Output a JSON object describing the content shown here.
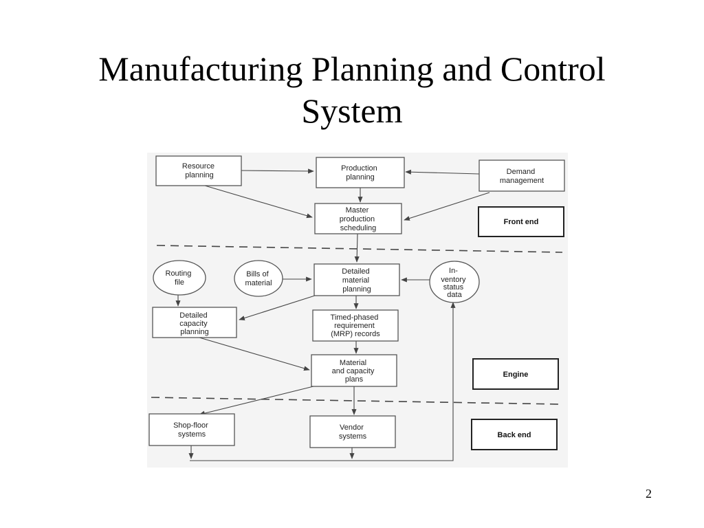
{
  "slide": {
    "title_line1": "Manufacturing Planning and Control",
    "title_line2": "System",
    "page_number": "2"
  },
  "diagram": {
    "nodes": {
      "resource_planning": [
        "Resource",
        "planning"
      ],
      "production_planning": [
        "Production",
        "planning"
      ],
      "demand_management": [
        "Demand",
        "management"
      ],
      "master_production_scheduling": [
        "Master",
        "production",
        "scheduling"
      ],
      "routing_file": [
        "Routing",
        "file"
      ],
      "bills_of_material": [
        "Bills of",
        "material"
      ],
      "detailed_material_planning": [
        "Detailed",
        "material",
        "planning"
      ],
      "inventory_status_data": [
        "In-",
        "ventory",
        "status",
        "data"
      ],
      "detailed_capacity_planning": [
        "Detailed",
        "capacity",
        "planning"
      ],
      "mrp_records": [
        "Timed-phased",
        "requirement",
        "(MRP) records"
      ],
      "material_capacity_plans": [
        "Material",
        "and capacity",
        "plans"
      ],
      "shop_floor_systems": [
        "Shop-floor",
        "systems"
      ],
      "vendor_systems": [
        "Vendor",
        "systems"
      ]
    },
    "sections": {
      "front_end": "Front end",
      "engine": "Engine",
      "back_end": "Back end"
    }
  }
}
